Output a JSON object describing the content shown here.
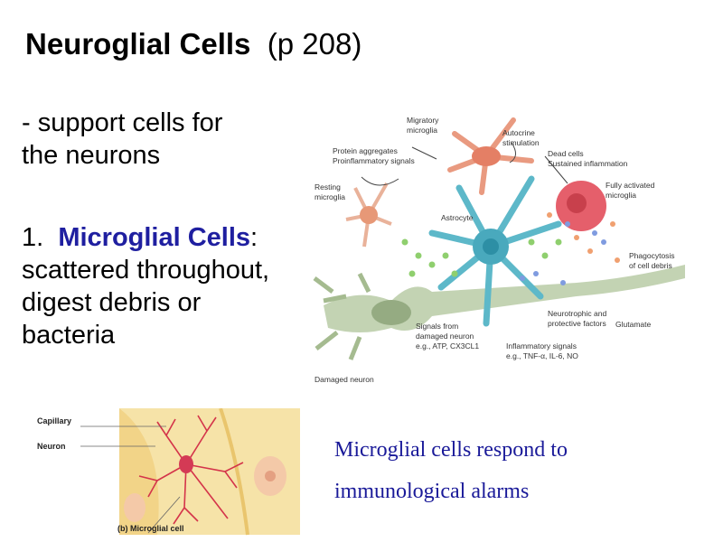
{
  "slide": {
    "title_bold": "Neuroglial Cells",
    "title_rest": "(p 208)",
    "intro": " - support cells for\nthe neurons",
    "point": {
      "number": "1.",
      "term": "Microglial Cells",
      "text": ": scattered throughout, digest debris or bacteria"
    },
    "caption": "Microglial cells respond to immunological alarms"
  },
  "figure_top": {
    "labels": {
      "migratory": "Migratory",
      "microglia1": "microglia",
      "autocrine": "Autocrine",
      "stimulation": "stimulation",
      "protein_aggregates": "Protein aggregates",
      "proinflammatory": "Proinflammatory signals",
      "dead_cells": "Dead cells",
      "sustained": "Sustained inflammation",
      "resting": "Resting",
      "microglia2": "microglia",
      "fully_activated": "Fully activated",
      "microglia3": "microglia",
      "astrocyte": "Astrocyte",
      "phago1": "Phagocytosis",
      "phago2": "of cell debris",
      "signals1": "Signals from",
      "signals2": "damaged neuron",
      "signals3": "e.g., ATP, CX3CL1",
      "neurotrophic1": "Neurotrophic and",
      "neurotrophic2": "protective factors",
      "glutamate": "Glutamate",
      "inflammatory1": "Inflammatory signals",
      "inflammatory2": "e.g., TNF-α, IL-6, NO",
      "damaged_neuron": "Damaged neuron"
    }
  },
  "figure_bottom": {
    "labels": {
      "capillary": "Capillary",
      "neuron": "Neuron",
      "caption": "(b) Microglial cell"
    }
  }
}
